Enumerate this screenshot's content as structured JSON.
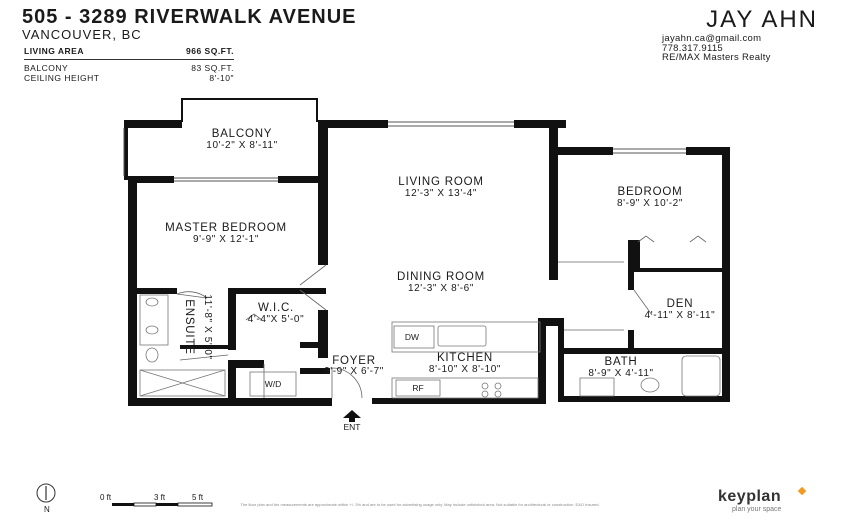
{
  "header": {
    "address": "505 - 3289 RIVERWALK AVENUE",
    "city": "VANCOUVER, BC",
    "stats": [
      {
        "label": "LIVING AREA",
        "value": "966 SQ.FT."
      },
      {
        "label": "BALCONY",
        "value": "83 SQ.FT."
      },
      {
        "label": "CEILING HEIGHT",
        "value": "8'-10\""
      }
    ]
  },
  "agent": {
    "name": "JAY AHN",
    "email": "jayahn.ca@gmail.com",
    "phone": "778.317.9115",
    "firm": "RE/MAX Masters Realty"
  },
  "rooms": [
    {
      "name": "BALCONY",
      "dims": "10'-2\"  X  8'-11\""
    },
    {
      "name": "LIVING ROOM",
      "dims": "12'-3\"  X  13'-4\""
    },
    {
      "name": "BEDROOM",
      "dims": "8'-9\"  X  10'-2\""
    },
    {
      "name": "MASTER BEDROOM",
      "dims": "9'-9\"  X  12'-1\""
    },
    {
      "name": "DINING ROOM",
      "dims": "12'-3\"  X  8'-6\""
    },
    {
      "name": "W.I.C.",
      "dims": "4'-4\"X 5'-0\""
    },
    {
      "name": "DEN",
      "dims": "4'-11\" X 8'-11\""
    },
    {
      "name": "ENSUITE",
      "dims": "11'-8\" X 5'-0\""
    },
    {
      "name": "FOYER",
      "dims": "3'-9\" X 6'-7\""
    },
    {
      "name": "KITCHEN",
      "dims": "8'-10\"  X  8'-10\""
    },
    {
      "name": "BATH",
      "dims": "8'-9\"  X  4'-11\""
    }
  ],
  "fixtures": {
    "dw": "DW",
    "wd": "W/D",
    "rf": "RF",
    "entry": "ENT"
  },
  "footer": {
    "north": "N",
    "scale": [
      "0 ft",
      "3 ft",
      "5 ft"
    ],
    "disclaimer": "The floor plan and the measurements are approximate within +/- 3% and are to be used for advertising usage only. May include unfinished area. Not suitable for architectural or construction. E&O Insured.",
    "brand": "keyplan",
    "tagline": "plan your space"
  }
}
